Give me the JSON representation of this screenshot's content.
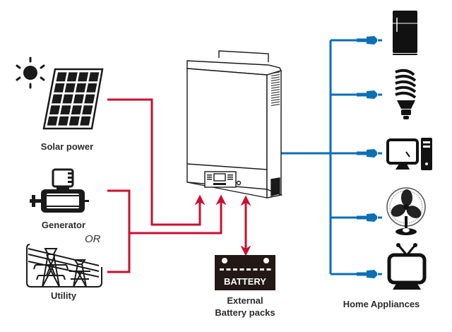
{
  "title": "Hybrid solar inverter system connection diagram",
  "colors": {
    "input_line": "#c8102e",
    "output_line": "#0a6fb5",
    "icon": "#1a1a1a",
    "battery_fill": "#231815"
  },
  "sources": {
    "solar": {
      "label": "Solar power",
      "icon": "solar-panel-with-sun"
    },
    "generator": {
      "label": "Generator",
      "icon": "generator"
    },
    "or_text": "OR",
    "utility": {
      "label": "Utility",
      "icon": "power-transmission-towers"
    }
  },
  "inverter": {
    "icon": "hybrid-inverter"
  },
  "battery": {
    "icon_text": "BATTERY",
    "label_line1": "External",
    "label_line2": "Battery packs"
  },
  "appliances": {
    "label": "Home Appliances",
    "items": [
      {
        "name": "refrigerator",
        "icon": "fridge"
      },
      {
        "name": "light-bulb",
        "icon": "cfl-bulb"
      },
      {
        "name": "computer",
        "icon": "desktop-computer"
      },
      {
        "name": "fan",
        "icon": "desk-fan"
      },
      {
        "name": "television",
        "icon": "tv"
      }
    ]
  }
}
